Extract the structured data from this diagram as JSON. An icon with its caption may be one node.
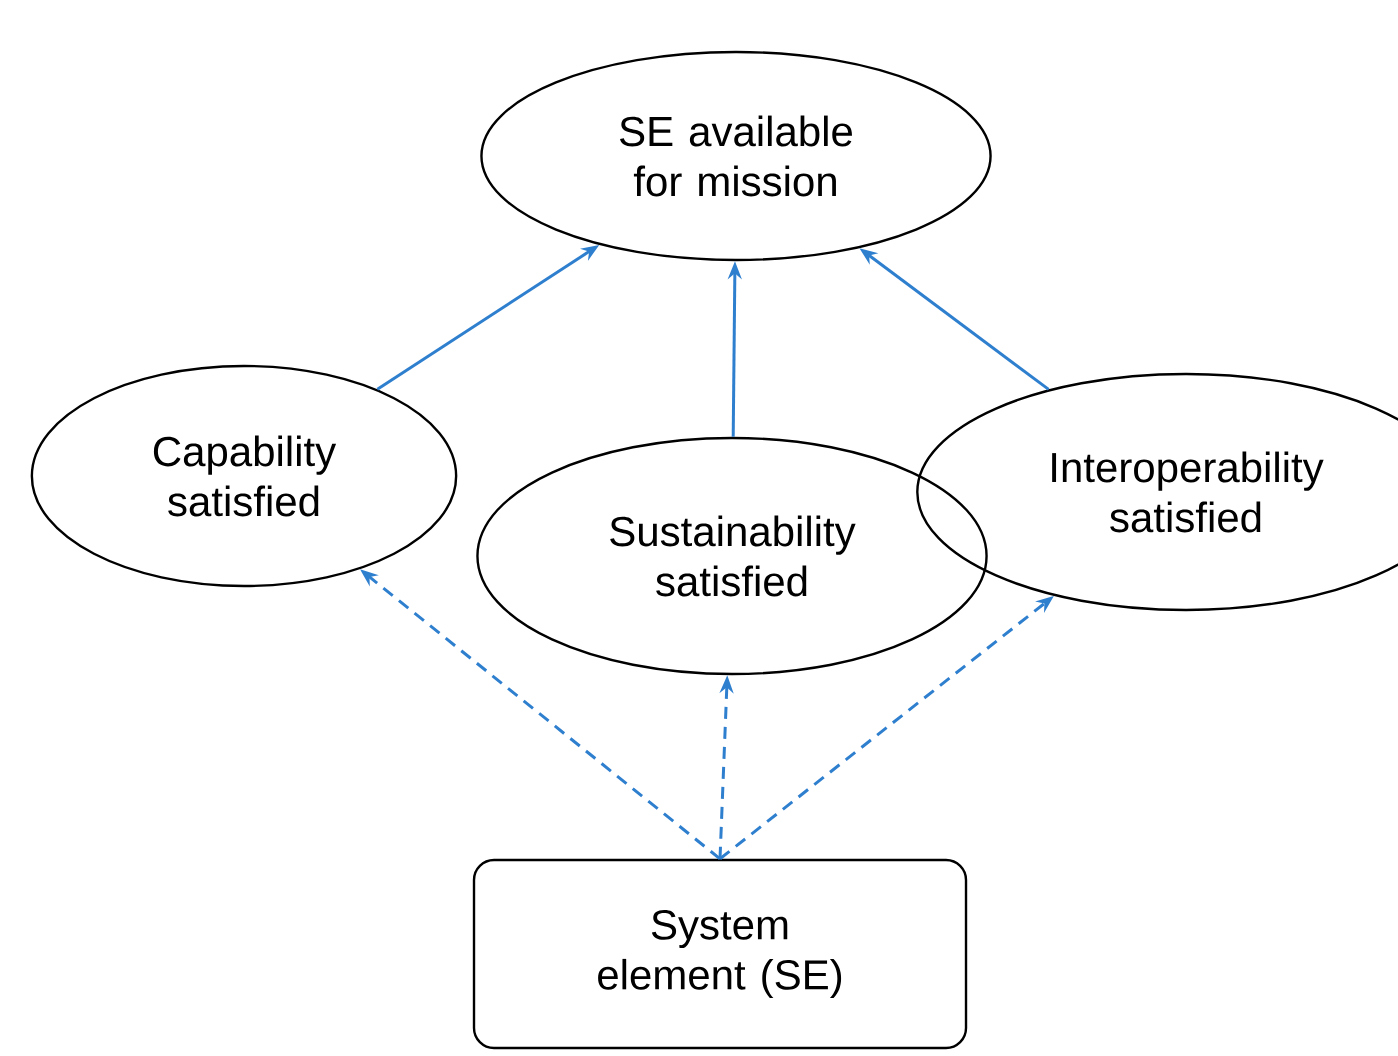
{
  "diagram": {
    "nodes": [
      {
        "text": [
          "SE available for mission"
        ]
      },
      {
        "text": [
          "Capability satisfied"
        ]
      },
      {
        "text": [
          "Sustainability satisfied"
        ]
      },
      {
        "text": [
          "Interoperability satisfied"
        ]
      },
      {
        "text": [
          "System element (SE)"
        ]
      }
    ],
    "edges": [
      {
        "from": 1,
        "to": 0,
        "arrow": "to"
      },
      {
        "from": 2,
        "to": 0,
        "arrow": "to"
      },
      {
        "from": 3,
        "to": 0,
        "arrow": "to"
      },
      {
        "from": 4,
        "to": 1,
        "arrow": "to",
        "style": "dashed"
      },
      {
        "from": 4,
        "to": 2,
        "arrow": "to",
        "style": "dashed"
      },
      {
        "from": 4,
        "to": 3,
        "arrow": "to",
        "style": "dashed"
      }
    ]
  }
}
